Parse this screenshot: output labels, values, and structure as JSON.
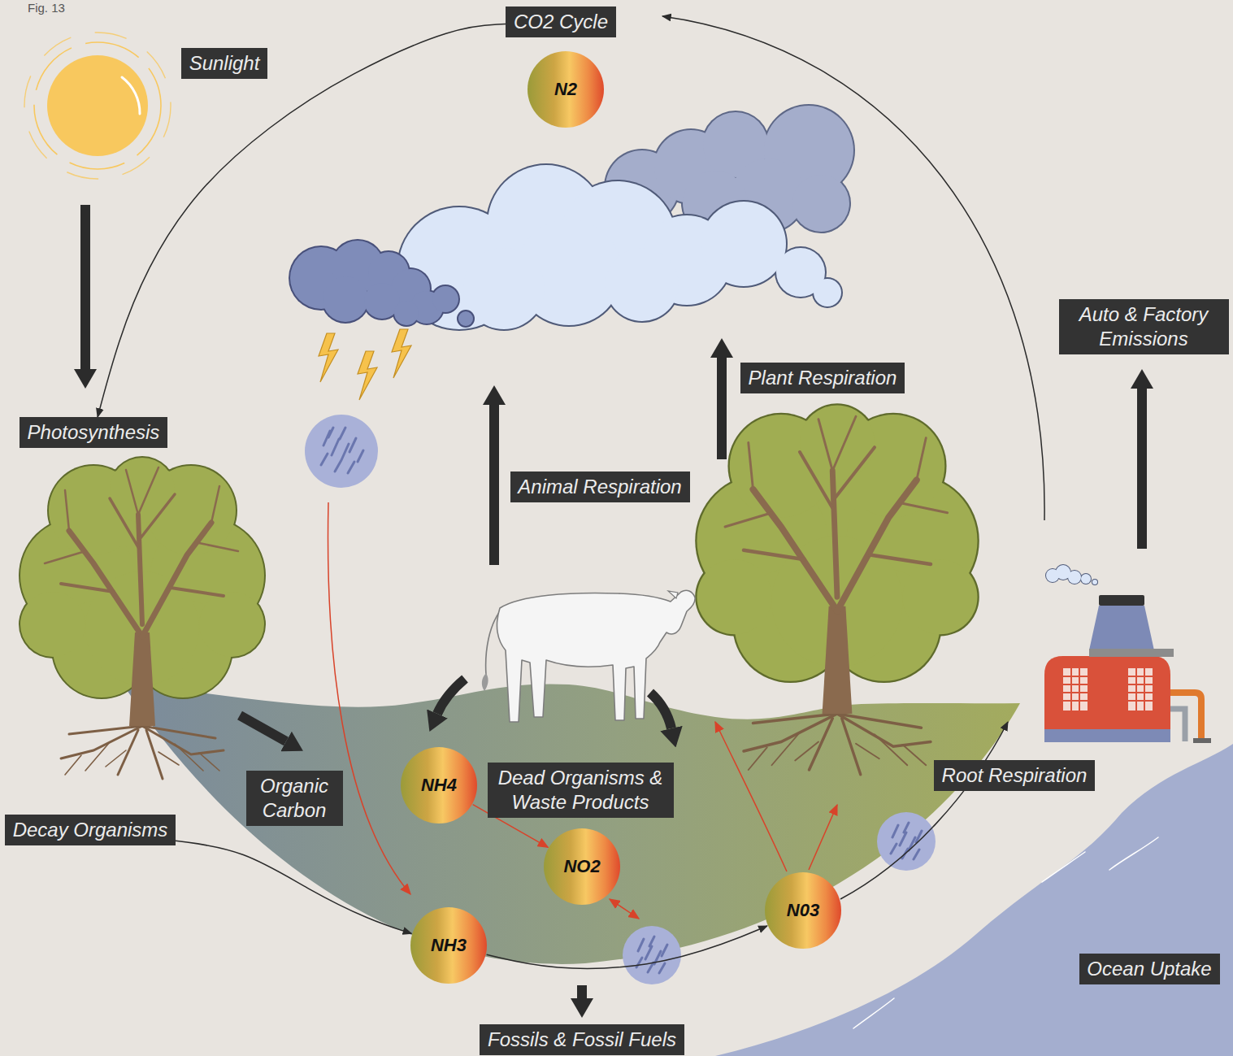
{
  "diagram": {
    "nodes": [
      {
        "text": [
          "CO2 Cycle"
        ]
      },
      {
        "text": [
          "N2"
        ]
      },
      {
        "text": [
          "Sunlight"
        ]
      },
      {
        "text": [
          "Auto & Factory Emissions"
        ]
      },
      {
        "text": [
          "Plant Respiration"
        ]
      },
      {
        "text": [
          "Photosynthesis"
        ]
      },
      {
        "text": [
          "Animal Respiration"
        ]
      },
      {
        "text": [
          "Organic Carbon"
        ]
      },
      {
        "text": [
          "NH4"
        ]
      },
      {
        "text": [
          "Dead Organisms & Waste Products"
        ]
      },
      {
        "text": [
          "Root Respiration"
        ]
      },
      {
        "text": [
          "Decay Organisms"
        ]
      },
      {
        "text": [
          "NO2"
        ]
      },
      {
        "text": [
          "N03"
        ]
      },
      {
        "text": [
          "NH3"
        ]
      },
      {
        "text": [
          "Ocean Uptake"
        ]
      },
      {
        "text": [
          "Fossils & Fossil Fuels"
        ]
      }
    ],
    "edges": [
      {
        "from": 0,
        "to": 5,
        "arrow": "to"
      },
      {
        "from": 8,
        "to": 12,
        "arrow": "to"
      },
      {
        "from": 11,
        "to": 14,
        "arrow": "to"
      },
      {
        "from": 14,
        "to": 13,
        "arrow": "to"
      }
    ],
    "labels": [
      "Fig. 13"
    ]
  }
}
